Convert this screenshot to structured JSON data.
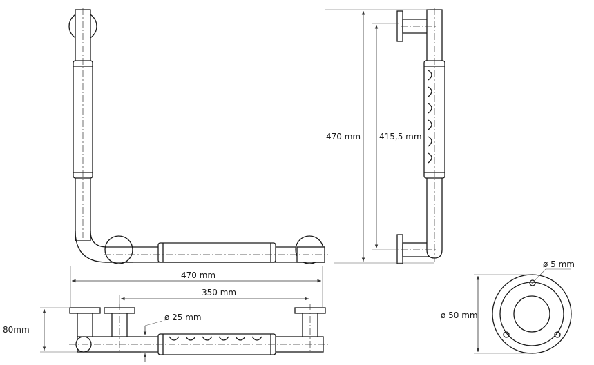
{
  "dimensions": {
    "width_front": "470 mm",
    "height_side": "470 mm",
    "grip_height_side": "415,5 mm",
    "width_bottom": "470 mm",
    "grip_width_bottom": "350 mm",
    "depth_bottom": "80mm",
    "tube_diameter": "ø 25 mm",
    "rosette_diameter": "ø 50 mm",
    "hole_diameter": "ø 5 mm"
  }
}
